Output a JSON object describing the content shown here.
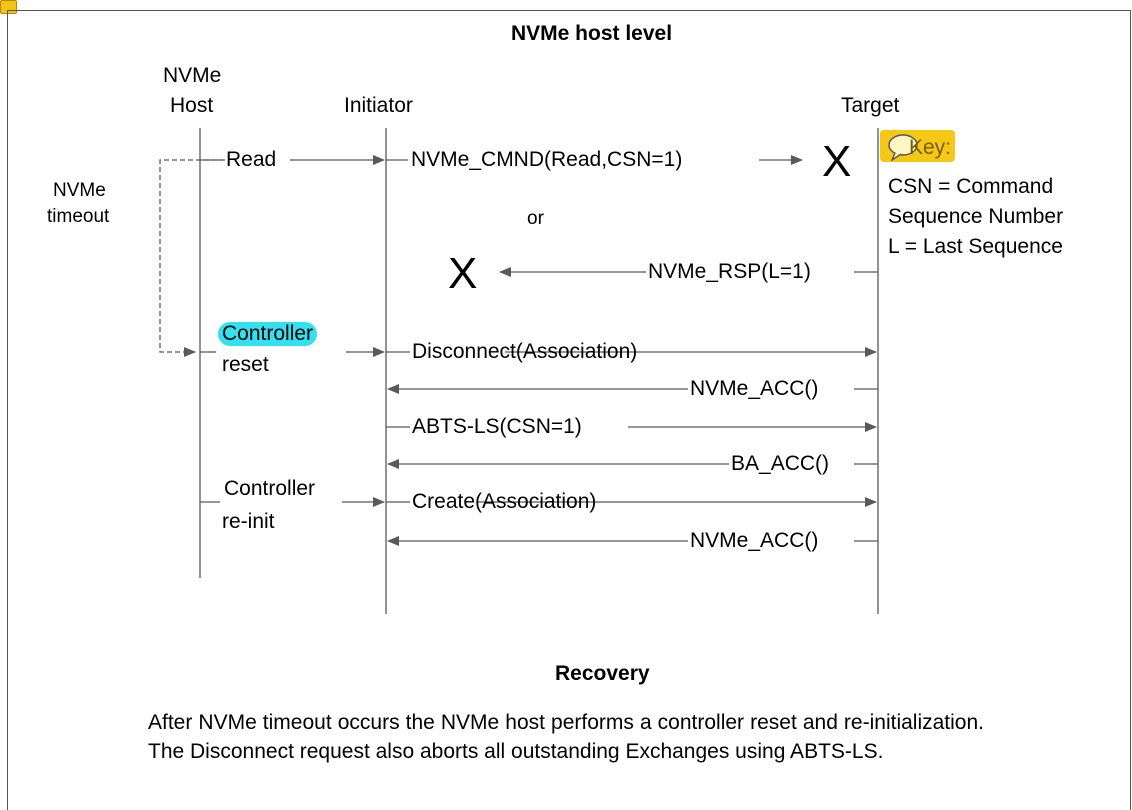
{
  "title": "NVMe host level",
  "lifelines": {
    "host": [
      "NVMe",
      "Host"
    ],
    "initiator": "Initiator",
    "target": "Target"
  },
  "side_note": [
    "NVMe",
    "timeout"
  ],
  "or_label": "or",
  "x_symbol": "X",
  "messages": {
    "read": "Read",
    "cmnd": "NVMe_CMND(Read,CSN=1)",
    "rsp": "NVMe_RSP(L=1)",
    "controller": "Controller",
    "reset": "reset",
    "disconnect": "Disconnect(Association)",
    "acc1": "NVMe_ACC()",
    "abts": "ABTS-LS(CSN=1)",
    "ba_acc": "BA_ACC()",
    "controller2": "Controller",
    "reinit": "re-init",
    "create": "Create(Association)",
    "acc2": "NVMe_ACC()"
  },
  "key": {
    "heading": "Key:",
    "lines": [
      "CSN = Command",
      "Sequence Number",
      "L = Last Sequence"
    ]
  },
  "recovery": {
    "heading": "Recovery",
    "text": "After NVMe timeout occurs the NVMe host performs a controller reset and re-initialization. The Disconnect request also aborts all outstanding Exchanges using ABTS-LS."
  },
  "colors": {
    "line": "#595959",
    "highlight": "#32e0ef",
    "note": "#f5c816"
  }
}
